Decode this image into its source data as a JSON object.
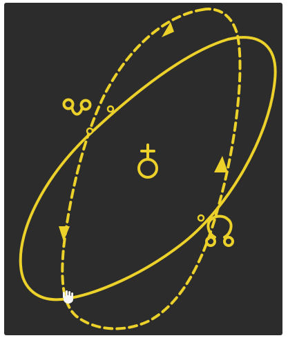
{
  "diagram": {
    "background_color": "#2c2c2c",
    "frame_color": "#ffffff",
    "line_color": "#ecd12a",
    "symbols": {
      "center_body": "earth-symbol",
      "descending_node": "descending-node-symbol",
      "ascending_node": "ascending-node-symbol",
      "marker": "hand-marker"
    }
  }
}
